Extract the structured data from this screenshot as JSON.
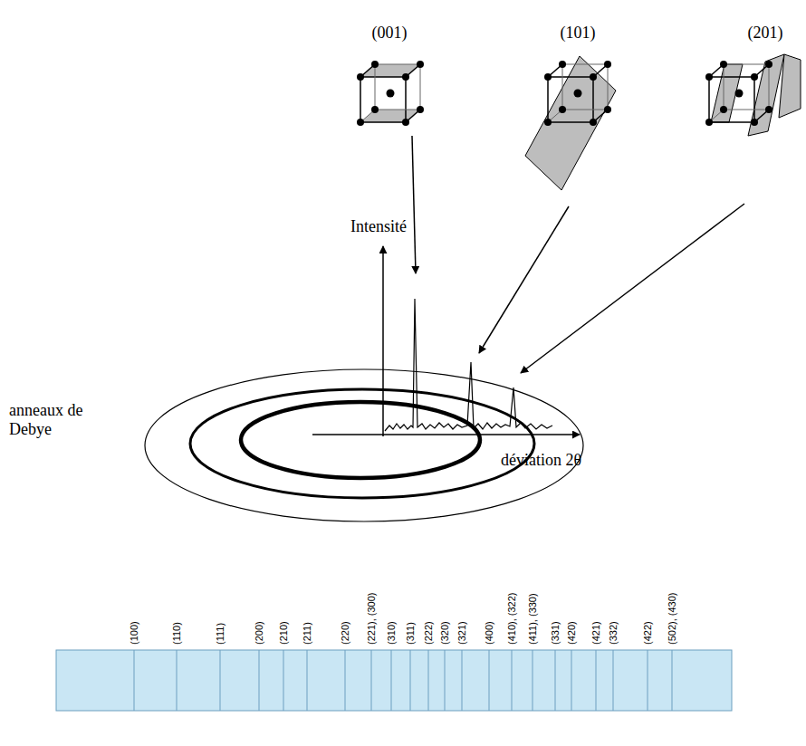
{
  "diagram": {
    "labels": [
      "(001)",
      "(101)",
      "(201)",
      "Intensité",
      "anneaux de Debye",
      "déviation 2θ",
      "(100)",
      "(110)",
      "(111)",
      "(200)",
      "(210)",
      "(211)",
      "(220)",
      "(221), (300)",
      "(310)",
      "(311)",
      "(222)",
      "(320)",
      "(321)",
      "(400)",
      "(410), (322)",
      "(411), (330)",
      "(331)",
      "(420)",
      "(421)",
      "(332)",
      "(422)",
      "(502), (430)"
    ]
  }
}
